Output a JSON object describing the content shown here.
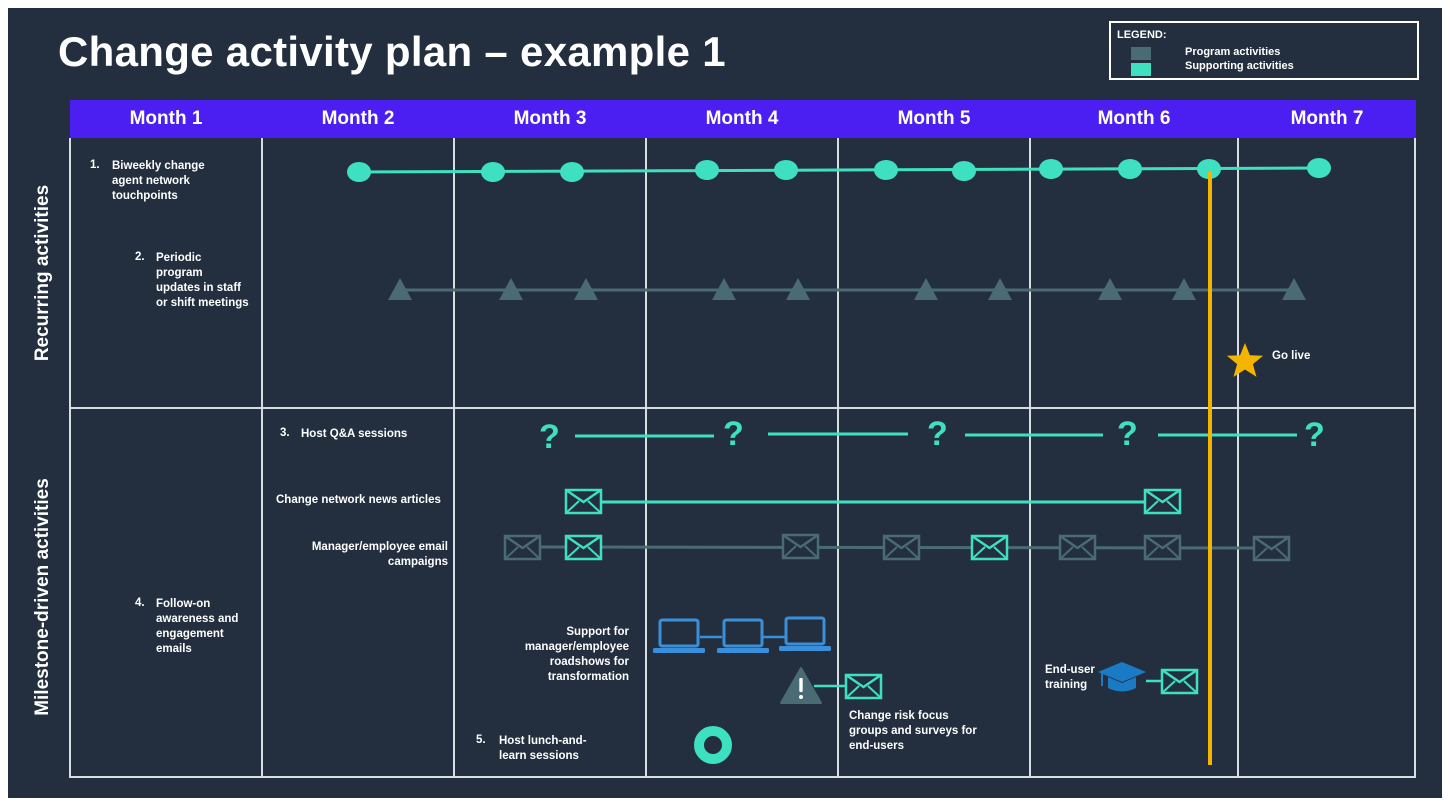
{
  "title": "Change activity plan – example 1",
  "legend": {
    "title": "LEGEND:",
    "program_label": "Program activities",
    "supporting_label": "Supporting activities"
  },
  "colors": {
    "background": "#232f3e",
    "header_band": "#4b1ef2",
    "program": "#4a6b73",
    "supporting": "#3ee0c1",
    "go_live": "#f5b400",
    "training_icon": "#1a7bc4",
    "laptop_icon": "#3b8fd9"
  },
  "months": [
    "Month 1",
    "Month 2",
    "Month 3",
    "Month 4",
    "Month 5",
    "Month 6",
    "Month 7"
  ],
  "sections": {
    "recurring": "Recurring activities",
    "milestone": "Milestone-driven activities"
  },
  "activities": {
    "a1_num": "1.",
    "a1_text": "Biweekly change\nagent network\ntouchpoints",
    "a2_num": "2.",
    "a2_text": "Periodic\nprogram\nupdates in staff\nor shift meetings",
    "a3_num": "3.",
    "a3_text": "Host Q&A sessions",
    "news": "Change network news articles",
    "email_campaigns": "Manager/employee email\ncampaigns",
    "a4_num": "4.",
    "a4_text": "Follow-on\nawareness and\nengagement\nemails",
    "roadshows": "Support for\nmanager/employee\nroadshows for\ntransformation",
    "a5_num": "5.",
    "a5_text": "Host lunch-and-\nlearn sessions",
    "risk": "Change risk focus\ngroups and surveys for\nend-users",
    "training": "End-user\ntraining",
    "go_live": "Go live"
  },
  "icons": {
    "touchpoint": "circle-dot",
    "update": "triangle",
    "qa": "question-mark",
    "email": "envelope",
    "roadshow": "laptop",
    "risk": "warning-triangle",
    "lunch": "ring",
    "training": "graduation-cap",
    "go_live": "star"
  }
}
